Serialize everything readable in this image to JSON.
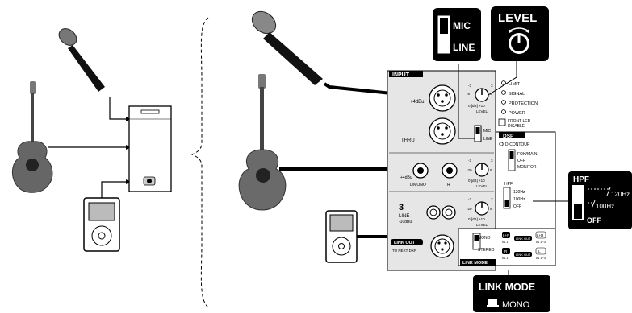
{
  "callouts": {
    "mic_line_top": "MIC",
    "mic_line_bottom": "LINE",
    "level": "LEVEL",
    "hpf_title": "HPF",
    "hpf_120": "120Hz",
    "hpf_100": "100Hz",
    "hpf_off": "OFF",
    "link_mode_title": "LINK MODE",
    "link_mode_value": "MONO"
  },
  "panel": {
    "input_tab": "INPUT",
    "ch1_level_label": "+4dBu",
    "thru": "THRU",
    "ch2_level": "+4dBu",
    "lmono": "L/MONO",
    "r": "R",
    "ch3_num": "3",
    "ch3_line": "LINE",
    "ch3_level": "-10dBu",
    "knob_level": "LEVEL",
    "knob_ticks": {
      "m3": "-3",
      "p3": "3",
      "m8": "-8",
      "p6": "6",
      "m20": "-20",
      "p9": "9",
      "minf": "-∞",
      "p10": "+10",
      "zero": "0",
      "db": "[dB]",
      "zero_db": "0 [dB] +10"
    },
    "mic_small": "MIC",
    "line_small": "LINE",
    "indicators": [
      "LIMIT",
      "SIGNAL",
      "PROTECTION",
      "POWER"
    ],
    "front_led_1": "FRONT LED",
    "front_led_2": "DISABLE",
    "dsp_tab": "DSP",
    "dcontour": "D-CONTOUR",
    "foh_main": "FOH/MAIN",
    "dsp_off": "OFF",
    "monitor": "MONITOR",
    "hpf_small": "HPF",
    "hz120_small": "120Hz",
    "hz100_small": "100Hz",
    "hpf_off_small": "OFF",
    "link_out": "LINK OUT",
    "to_next": "TO NEXT DXR",
    "mono_small": "MONO",
    "stereo_small": "STEREO",
    "link_mode_tab": "LINK MODE",
    "lr": "L+R",
    "in1": "IN 1",
    "in13": "IN 1~3",
    "link_out_small": "LINK OUT",
    "r_small": "R",
    "l_small": "L"
  },
  "colors": {
    "ink": "#000000",
    "panel_gray": "#e6e6e6",
    "knob_gray": "#cfcfcf",
    "paper": "#ffffff"
  }
}
